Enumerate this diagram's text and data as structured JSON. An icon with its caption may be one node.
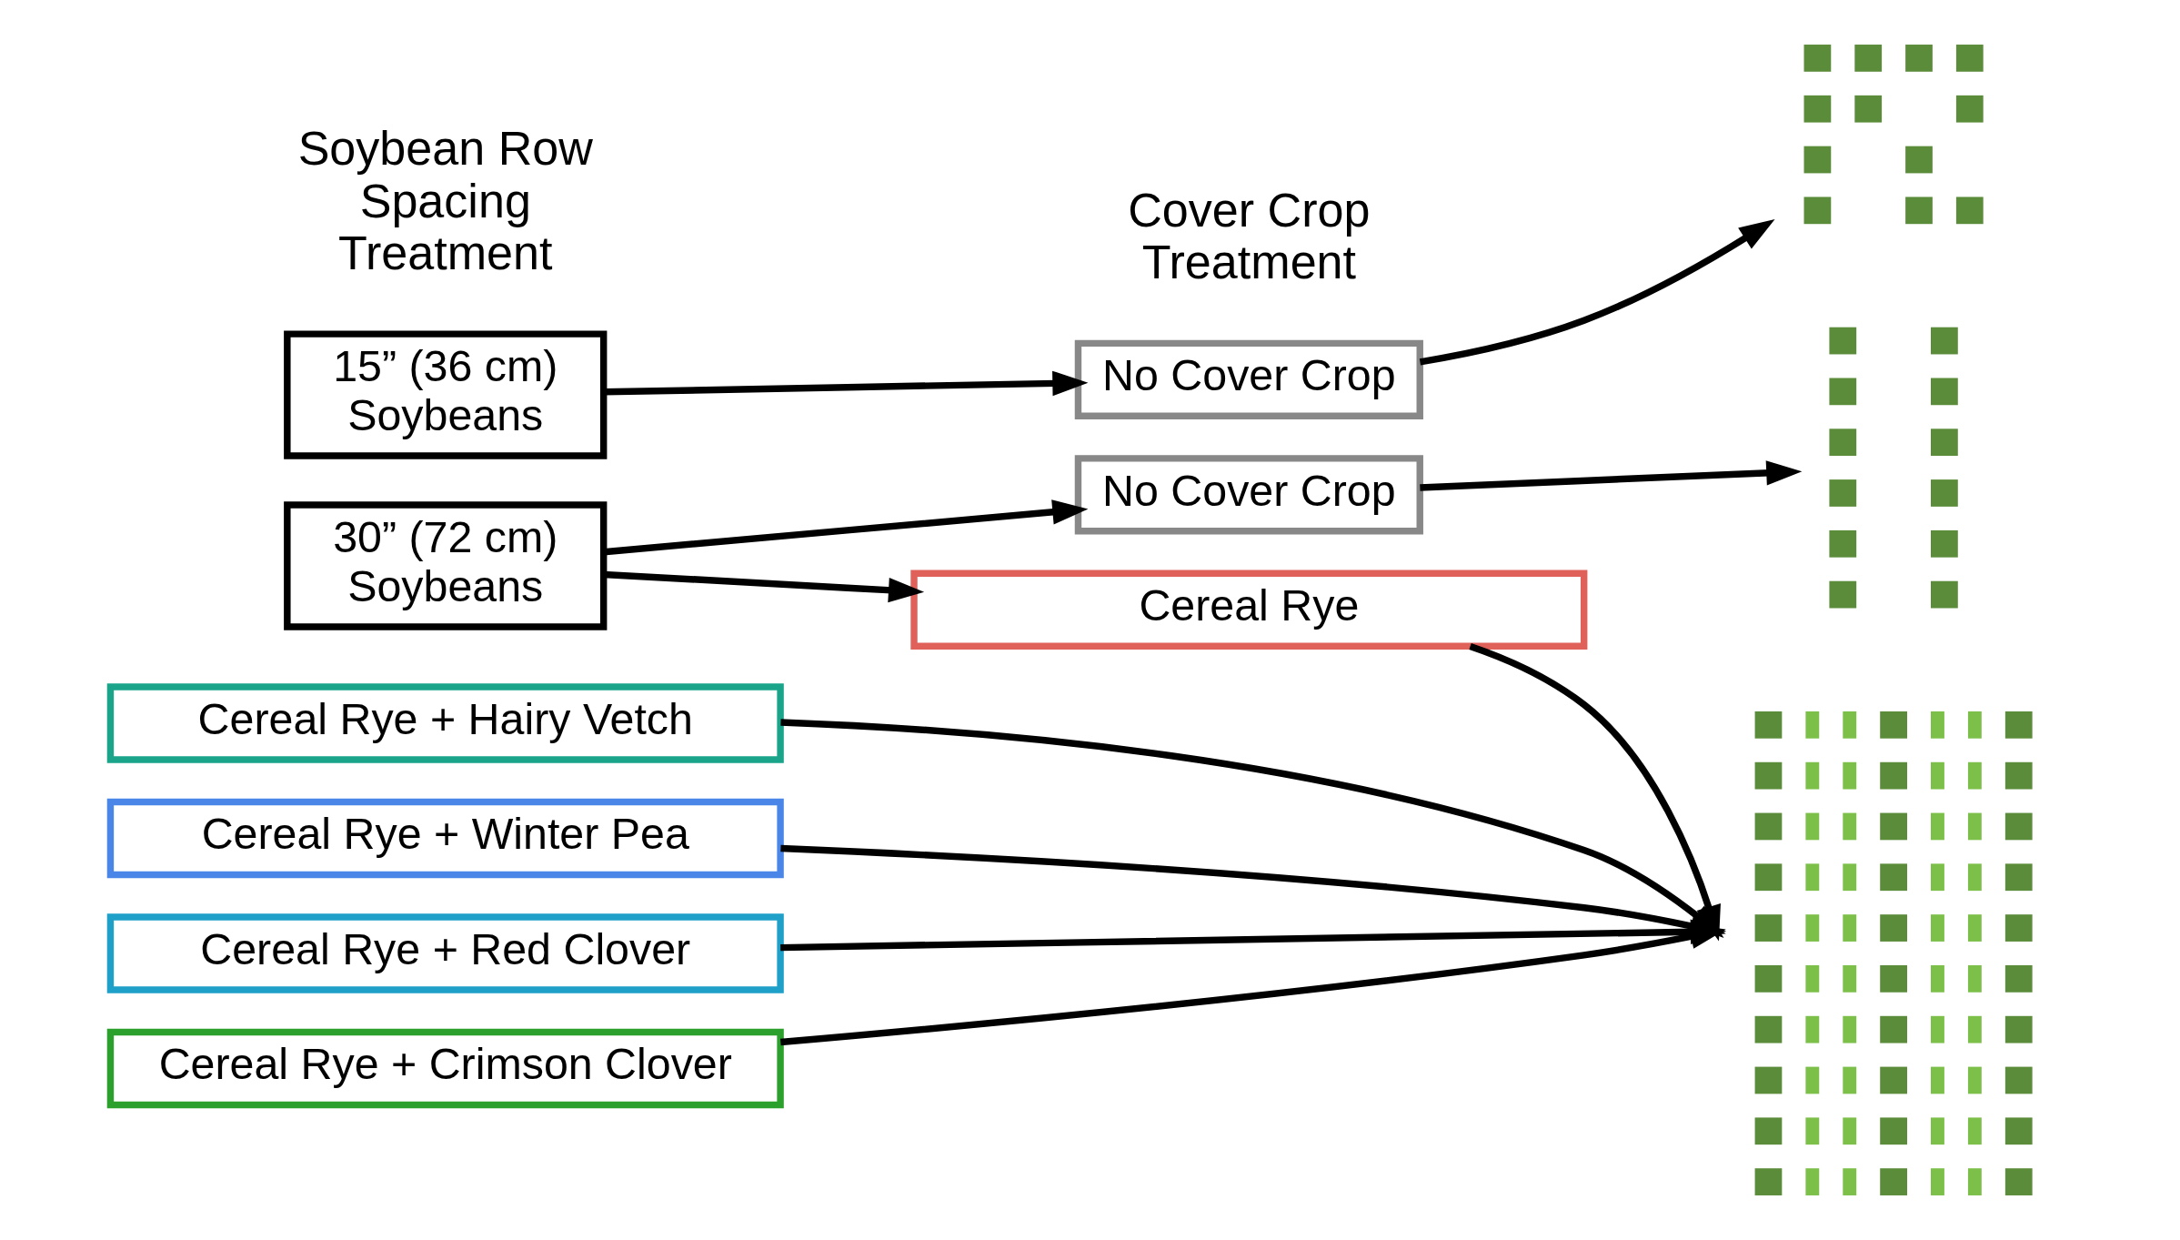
{
  "diagram": {
    "nodes": [
      {
        "text": [
          "15” (36 cm) Soybeans"
        ]
      },
      {
        "text": [
          "30” (72 cm) Soybeans"
        ]
      },
      {
        "text": [
          "No Cover Crop"
        ]
      },
      {
        "text": [
          "No Cover Crop"
        ]
      },
      {
        "text": [
          "Cereal Rye"
        ]
      },
      {
        "text": [
          "Cereal Rye + Hairy Vetch"
        ]
      },
      {
        "text": [
          "Cereal Rye + Winter Pea"
        ]
      },
      {
        "text": [
          "Cereal Rye + Red Clover"
        ]
      },
      {
        "text": [
          "Cereal Rye + Crimson Clover"
        ]
      },
      {
        "text": [],
        "shape": "picture"
      },
      {
        "text": [],
        "shape": "picture"
      },
      {
        "text": [],
        "shape": "picture"
      }
    ],
    "edges": [
      {
        "from": 0,
        "to": 2,
        "arrow": "to"
      },
      {
        "from": 1,
        "to": 3,
        "arrow": "to"
      },
      {
        "from": 1,
        "to": 4,
        "arrow": "to"
      },
      {
        "from": 2,
        "to": 9,
        "arrow": "to"
      },
      {
        "from": 3,
        "to": 10,
        "arrow": "to"
      },
      {
        "from": 4,
        "to": 11,
        "arrow": "to"
      },
      {
        "from": 5,
        "to": 11,
        "arrow": "to"
      },
      {
        "from": 6,
        "to": 11,
        "arrow": "to"
      },
      {
        "from": 7,
        "to": 11,
        "arrow": "to"
      },
      {
        "from": 8,
        "to": 11,
        "arrow": "to"
      }
    ],
    "labels": [
      "Soybean Row Spacing Treatment",
      "Cover Crop Treatment"
    ]
  }
}
